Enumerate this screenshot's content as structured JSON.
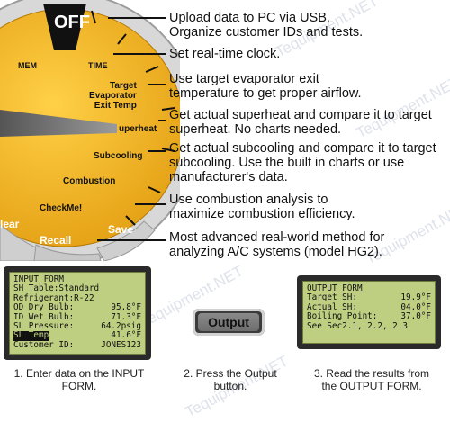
{
  "dial": {
    "center_label": "OFF",
    "mem_label": "MEM",
    "time_label": "TIME",
    "target_line1": "Target",
    "target_line2": "Evaporator",
    "target_line3": "Exit Temp",
    "superheat_label": "uperheat",
    "subcooling_label": "Subcooling",
    "combustion_label": "Combustion",
    "checkme_label": "CheckMe!",
    "recall_label": "Recall",
    "save_label": "Save",
    "clear_label": "lear",
    "colors": {
      "dial_face": "#f2b51c",
      "bezel": "#d9d9d9",
      "knob": "#111111"
    }
  },
  "descriptions": [
    {
      "line1": "Upload data to PC via USB.",
      "line2": "Organize customer IDs and tests."
    },
    {
      "line1": "Set real-time clock.",
      "line2": ""
    },
    {
      "line1": "Use target evaporator exit",
      "line2": "temperature to get proper airflow."
    },
    {
      "line1": "Get actual superheat and compare it to target",
      "line2": "superheat. No charts needed."
    },
    {
      "line1": "Get actual subcooling and compare it to target",
      "line2": "subcooling. Use the built in charts or use",
      "line3": "manufacturer's data."
    },
    {
      "line1": "Use combustion analysis to",
      "line2": "maximize combustion efficiency."
    },
    {
      "line1": "Most advanced real-world method for",
      "line2": "analyzing A/C systems (model HG2)."
    }
  ],
  "input_form": {
    "title": "INPUT FORM",
    "rows": [
      {
        "k": "SH Table:Standard",
        "v": ""
      },
      {
        "k": "Refrigerant:R-22",
        "v": ""
      },
      {
        "k": "OD Dry Bulb:",
        "v": "95.8°F"
      },
      {
        "k": "ID Wet Bulb:",
        "v": "71.3°F"
      },
      {
        "k": "SL Pressure:",
        "v": "64.2psig"
      },
      {
        "k": "SL Temp",
        "v": "41.6°F"
      },
      {
        "k": "Customer ID:",
        "v": "JONES123"
      }
    ]
  },
  "output_button": {
    "label": "Output"
  },
  "output_form": {
    "title": "OUTPUT FORM",
    "rows": [
      {
        "k": "Target SH:",
        "v": "19.9°F"
      },
      {
        "k": "Actual SH:",
        "v": "04.0°F"
      },
      {
        "k": "Boiling Point:",
        "v": "37.0°F"
      },
      {
        "k": "See Sec2.1, 2.2, 2.3",
        "v": ""
      }
    ]
  },
  "steps": [
    {
      "line1": "1.  Enter data on the INPUT",
      "line2": "FORM."
    },
    {
      "line1": "2.  Press the Output",
      "line2": "button."
    },
    {
      "line1": "3.  Read the results from",
      "line2": "the OUTPUT FORM."
    }
  ],
  "watermark": "Tequipment.NET"
}
